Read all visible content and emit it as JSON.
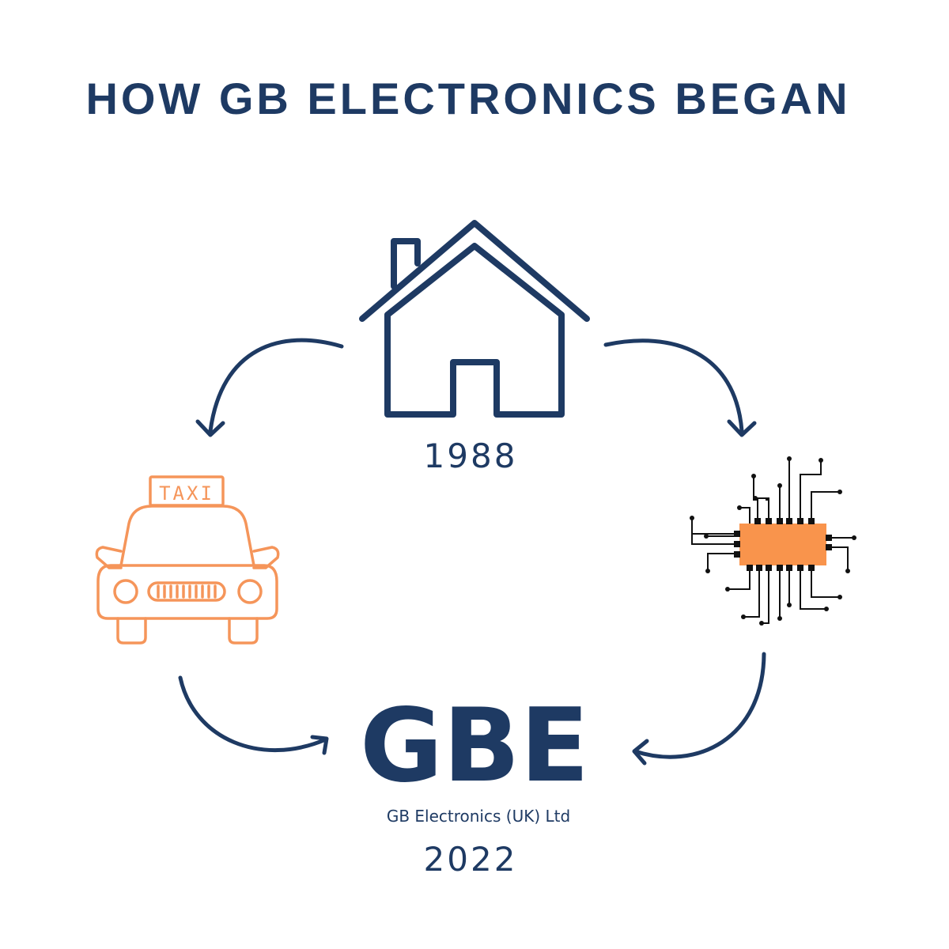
{
  "title": "HOW GB ELECTRONICS BEGAN",
  "milestones": {
    "start": {
      "year": "1988",
      "icon": "house-icon"
    },
    "left": {
      "icon": "taxi-icon",
      "sign": "TAXI"
    },
    "right": {
      "icon": "microchip-icon"
    },
    "end": {
      "logo": "GBE",
      "company": "GB Electronics (UK) Ltd",
      "year": "2022"
    }
  },
  "colors": {
    "navy": "#1e3a63",
    "orange": "#f5955a",
    "chip_fill": "#f9944c",
    "black": "#111111"
  }
}
